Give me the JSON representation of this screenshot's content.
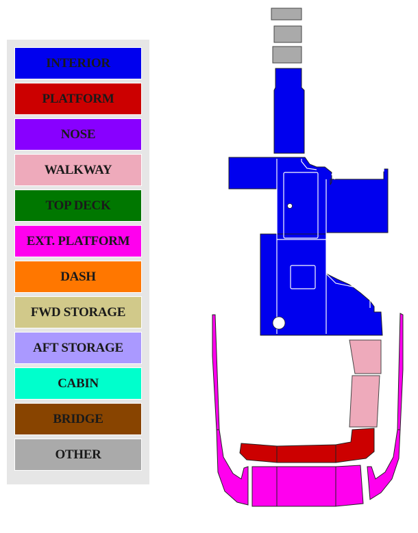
{
  "legend": {
    "items": [
      {
        "label": "INTERIOR",
        "color": "#0000ee"
      },
      {
        "label": "PLATFORM",
        "color": "#cc0000"
      },
      {
        "label": "NOSE",
        "color": "#8800ff"
      },
      {
        "label": "WALKWAY",
        "color": "#eeaabb"
      },
      {
        "label": "TOP DECK",
        "color": "#007700"
      },
      {
        "label": "EXT. PLATFORM",
        "color": "#ff00ee"
      },
      {
        "label": "DASH",
        "color": "#ff7700"
      },
      {
        "label": "FWD STORAGE",
        "color": "#d1c98a"
      },
      {
        "label": "AFT  STORAGE",
        "color": "#aa99ff"
      },
      {
        "label": "CABIN",
        "color": "#00ffcc"
      },
      {
        "label": "BRIDGE",
        "color": "#884400"
      },
      {
        "label": "OTHER",
        "color": "#aaaaaa"
      }
    ]
  },
  "colors": {
    "interior": "#0000ee",
    "platform": "#cc0000",
    "walkway": "#eeaabb",
    "ext_platform": "#ff00ee",
    "other": "#aaaaaa"
  }
}
